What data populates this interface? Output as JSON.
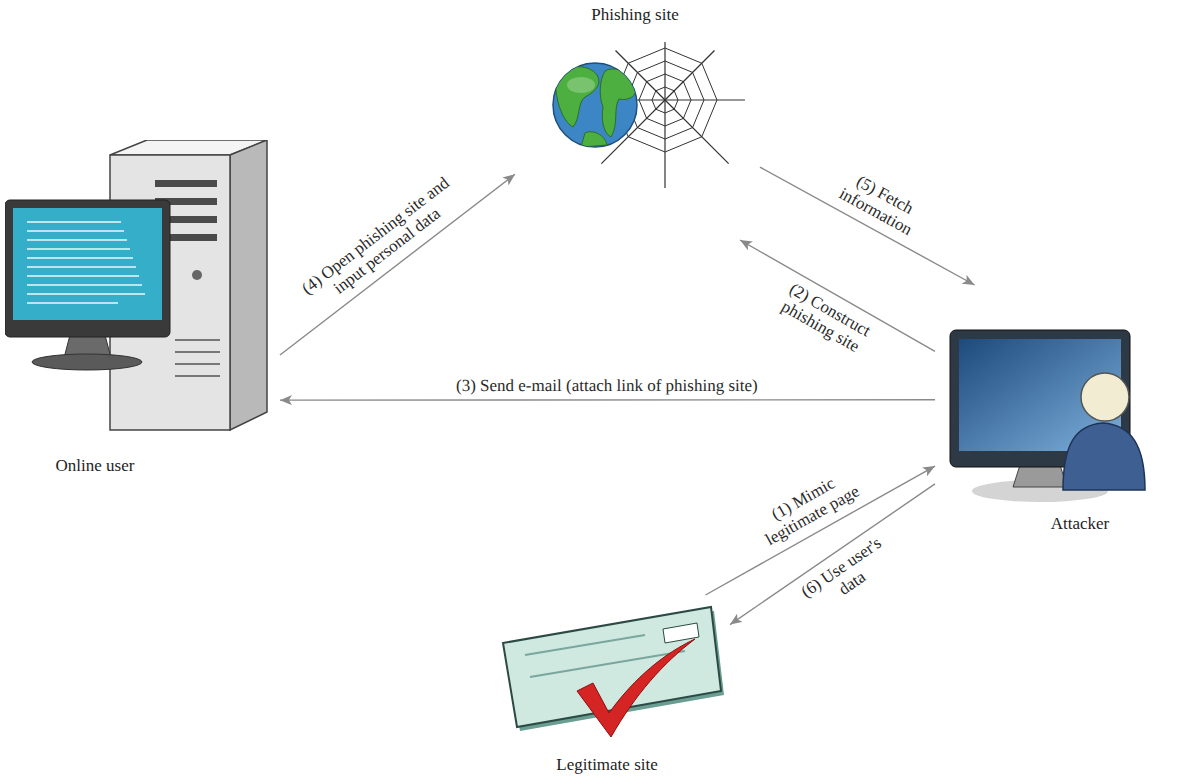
{
  "diagram": {
    "nodes": [
      {
        "text": [
          "Phishing site"
        ]
      },
      {
        "text": [
          "Online user"
        ]
      },
      {
        "text": [
          "Attacker"
        ]
      },
      {
        "text": [
          "Legitimate site"
        ]
      }
    ],
    "edges": [
      {
        "from": 3,
        "to": 2,
        "label": "(1) Mimic legitimate page",
        "arrow": "to"
      },
      {
        "from": 2,
        "to": 0,
        "label": "(2) Construct phishing site",
        "arrow": "to"
      },
      {
        "from": 2,
        "to": 1,
        "label": "(3) Send e-mail (attach link of phishing site)",
        "arrow": "to"
      },
      {
        "from": 1,
        "to": 0,
        "label": "(4) Open phishing site and input personal data",
        "arrow": "to"
      },
      {
        "from": 0,
        "to": 2,
        "label": "(5) Fetch information",
        "arrow": "to"
      },
      {
        "from": 2,
        "to": 3,
        "label": "(6) Use user's data",
        "arrow": "to"
      }
    ]
  }
}
